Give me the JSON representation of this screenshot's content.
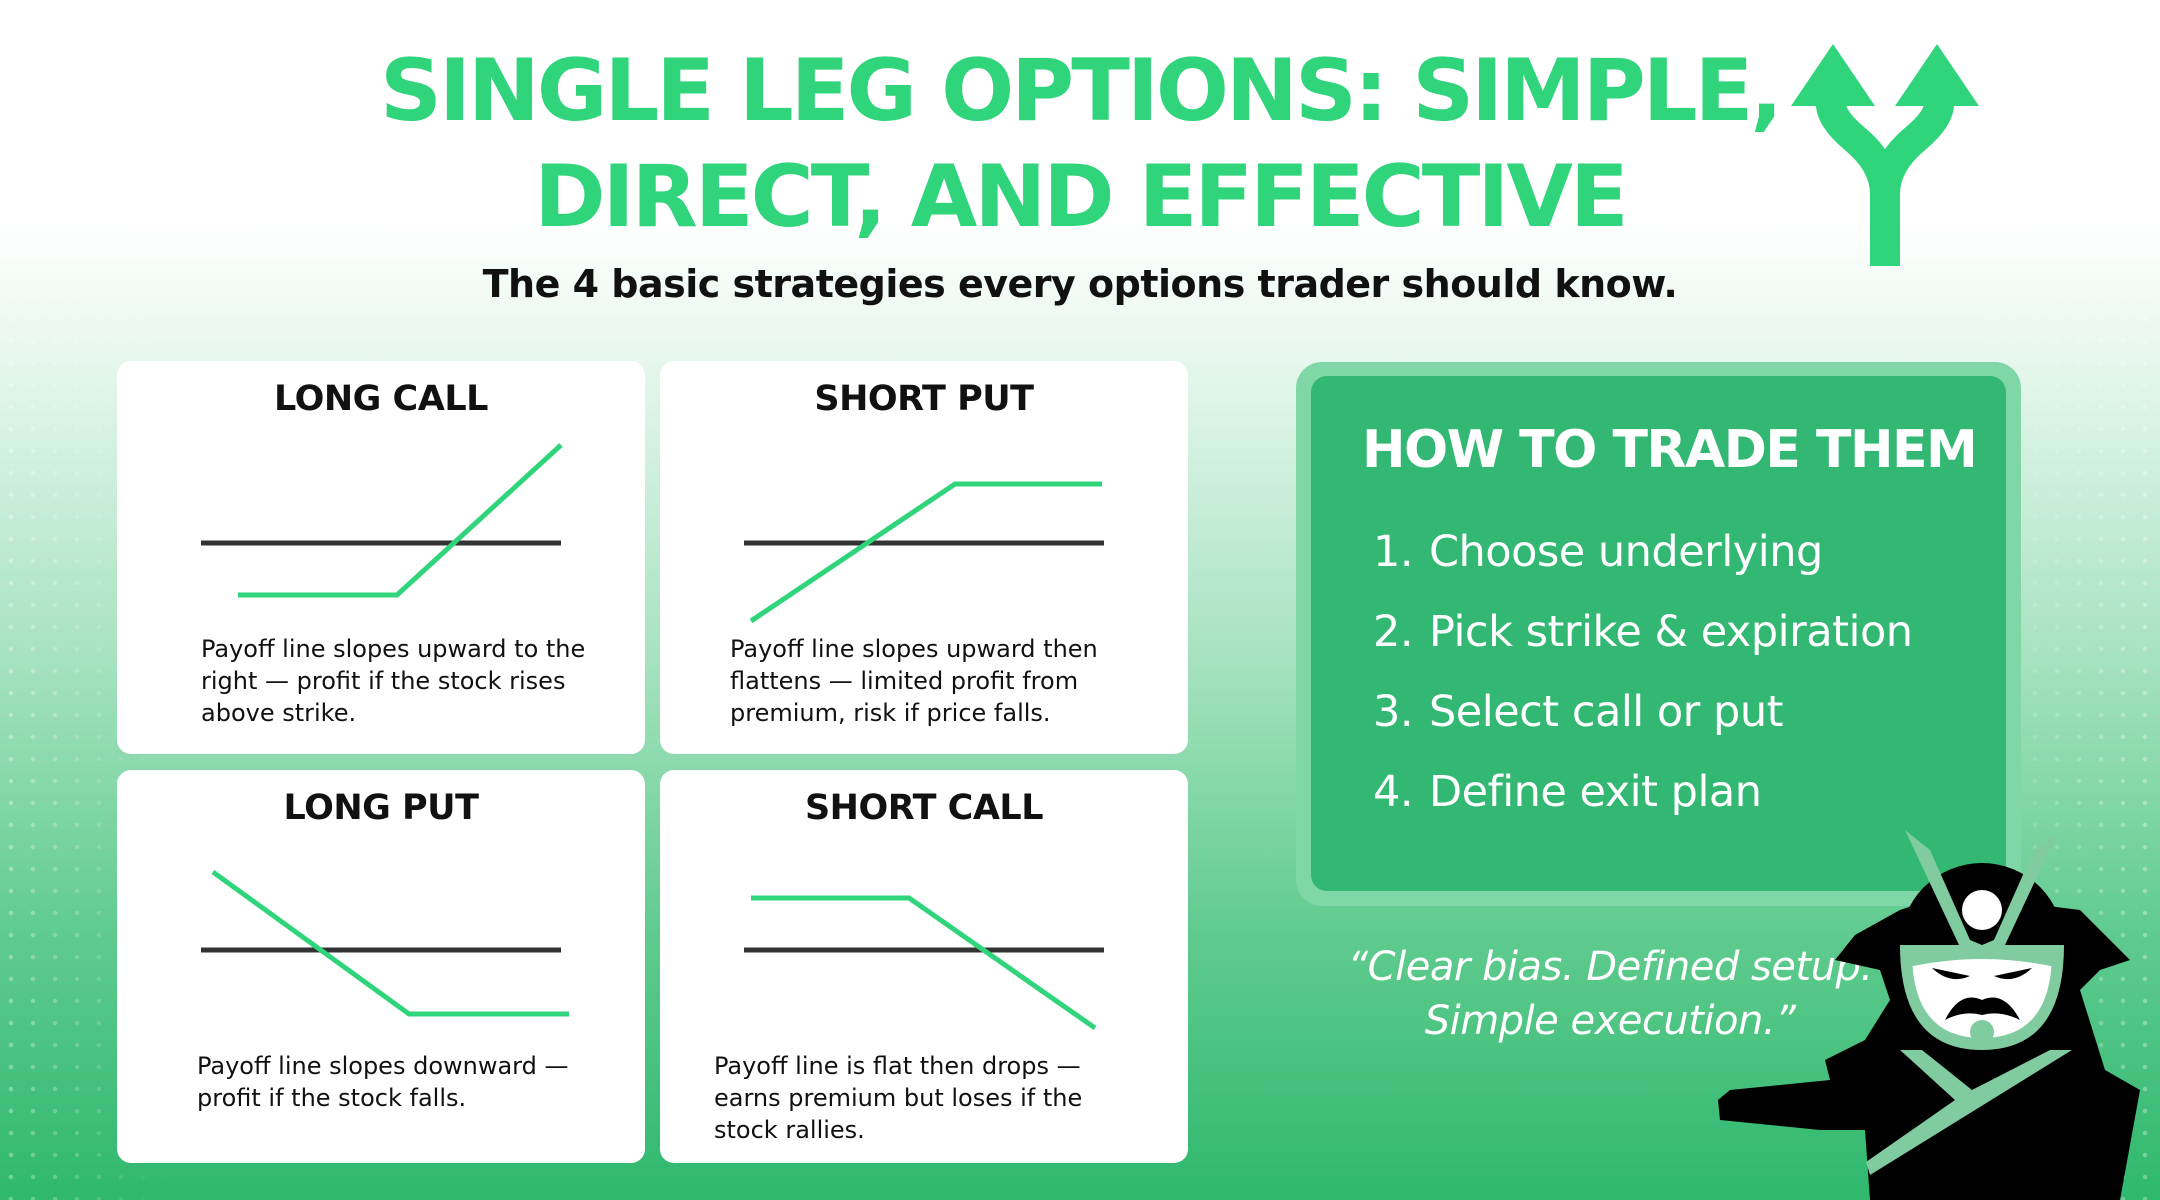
{
  "header": {
    "title_line1": "SINGLE LEG OPTIONS: SIMPLE,",
    "title_line2": "DIRECT, AND EFFECTIVE",
    "subtitle": "The 4 basic strategies every options trader should know.",
    "icon": "split-arrow-icon"
  },
  "strategies": [
    {
      "title": "LONG CALL",
      "description": "Payoff line slopes upward to the right — profit if the stock rises above strike."
    },
    {
      "title": "SHORT PUT",
      "description": "Payoff line slopes upward then flattens — limited profit from premium, risk if price falls."
    },
    {
      "title": "LONG PUT",
      "description": "Payoff line slopes downward — profit if the stock falls."
    },
    {
      "title": "SHORT CALL",
      "description": "Payoff line is flat then drops — earns premium but loses if the stock rallies."
    }
  ],
  "panel": {
    "heading": "HOW TO TRADE THEM",
    "steps": [
      {
        "num": "1.",
        "text": "Choose underlying"
      },
      {
        "num": "2.",
        "text": "Pick strike & expiration"
      },
      {
        "num": "3.",
        "text": "Select call or put"
      },
      {
        "num": "4.",
        "text": "Define exit plan"
      }
    ]
  },
  "quote": {
    "line1": "“Clear bias. Defined setup.",
    "line2": "Simple execution.”"
  },
  "colors": {
    "accent": "#2fd47b",
    "panel": "#32b873",
    "axis": "#333333",
    "mascot_trim": "#80cba0"
  }
}
